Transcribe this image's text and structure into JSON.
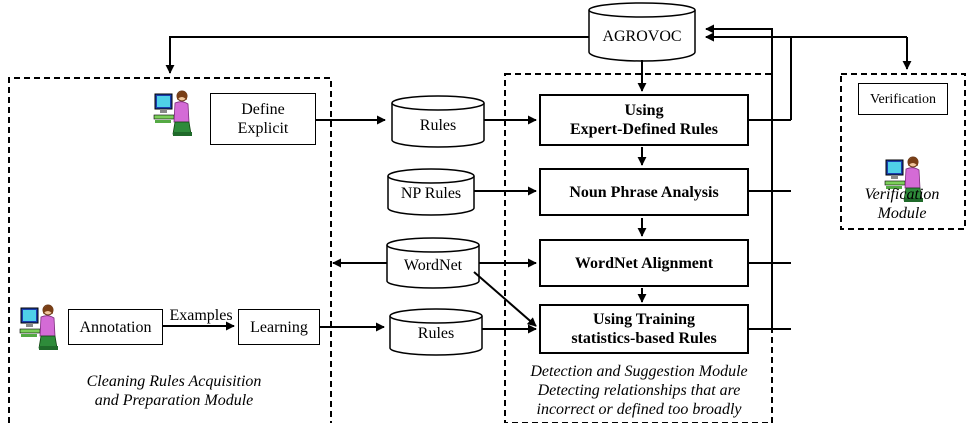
{
  "databases": {
    "agrovoc": "AGROVOC",
    "rules_top": "Rules",
    "np_rules": "NP Rules",
    "wordnet": "WordNet",
    "rules_bottom": "Rules"
  },
  "acquisition_module": {
    "define_box": [
      "Define",
      "Explicit"
    ],
    "annotation": "Annotation",
    "examples": "Examples",
    "learning": "Learning",
    "caption": [
      "Cleaning Rules Acquisition",
      "and Preparation Module"
    ]
  },
  "detection_module": {
    "step1": [
      "Using",
      "Expert-Defined Rules"
    ],
    "step2": "Noun Phrase Analysis",
    "step3": "WordNet Alignment",
    "step4": [
      "Using Training",
      "statistics-based Rules"
    ],
    "caption": [
      "Detection and Suggestion Module",
      "Detecting relationships that are",
      "incorrect or defined too broadly"
    ]
  },
  "verification_module": {
    "box": "Verification",
    "caption": [
      "Verification",
      "Module"
    ]
  },
  "icons": [
    "user-at-computer-icon",
    "database-cylinder-icon"
  ]
}
